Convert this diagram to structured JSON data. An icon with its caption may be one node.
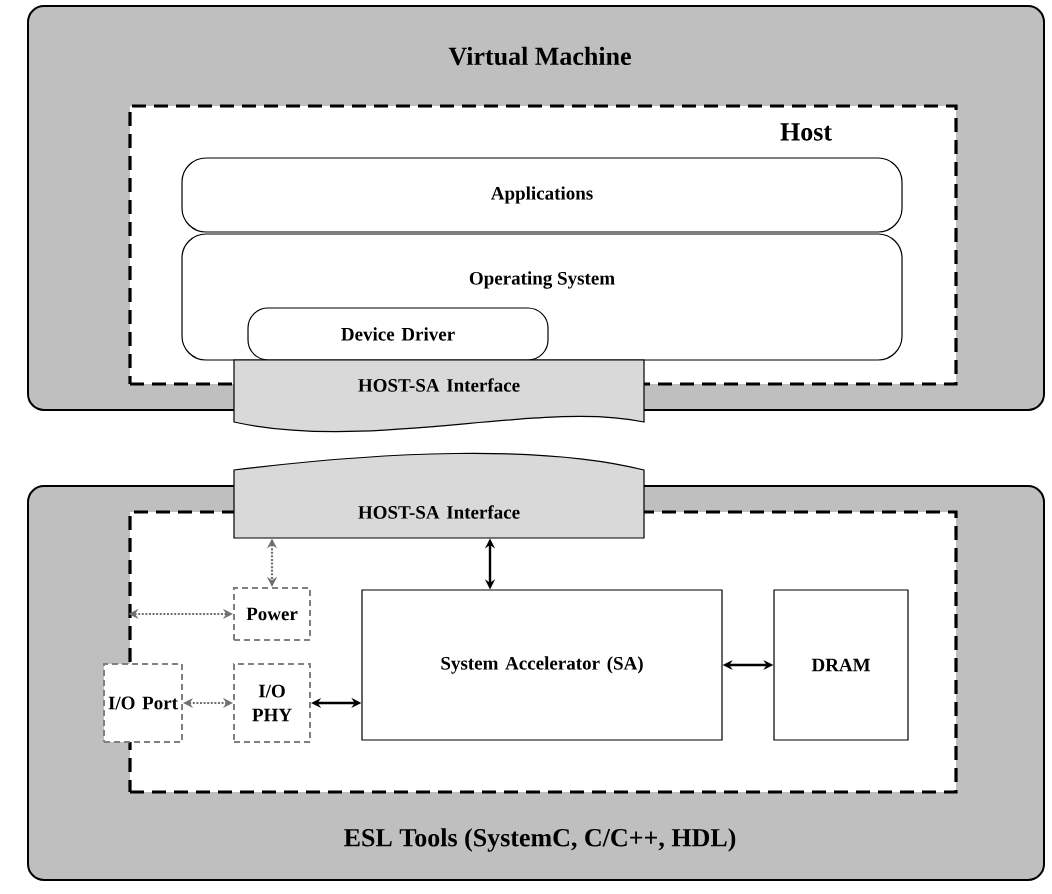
{
  "diagram": {
    "nodes": [
      {
        "text": [
          "Virtual Machine"
        ]
      },
      {
        "text": [
          "Host"
        ],
        "in": 0
      },
      {
        "text": [
          "Applications"
        ],
        "in": 1
      },
      {
        "text": [
          "Operating System"
        ],
        "in": 1
      },
      {
        "text": [
          "Device Driver"
        ],
        "in": 3
      },
      {
        "text": [
          "HOST-SA Interface"
        ]
      },
      {
        "text": [
          "ESL Tools (SystemC, C/C++, HDL)"
        ]
      },
      {
        "text": [
          "HOST-SA Interface"
        ]
      },
      {
        "text": [],
        "shape": "box",
        "in": 6
      },
      {
        "text": [
          "Power"
        ],
        "in": 8
      },
      {
        "text": [
          "I/O Port"
        ],
        "in": 6
      },
      {
        "text": [
          "I/O PHY"
        ],
        "in": 8
      },
      {
        "text": [
          "System Accelerator (SA)"
        ],
        "in": 8
      },
      {
        "text": [
          "DRAM"
        ],
        "in": 8
      }
    ],
    "edges": [
      {
        "from": 7,
        "to": 12,
        "arrow": "both"
      },
      {
        "from": 12,
        "to": 13,
        "arrow": "both"
      },
      {
        "from": 11,
        "to": 12,
        "arrow": "both"
      },
      {
        "from": 7,
        "to": 9,
        "arrow": "both",
        "style": "dashed",
        "color": "#707070"
      },
      {
        "from": 8,
        "to": 9,
        "arrow": "both",
        "style": "dashed",
        "color": "#707070"
      },
      {
        "from": 10,
        "to": 11,
        "arrow": "both",
        "style": "dashed",
        "color": "#707070"
      }
    ]
  }
}
